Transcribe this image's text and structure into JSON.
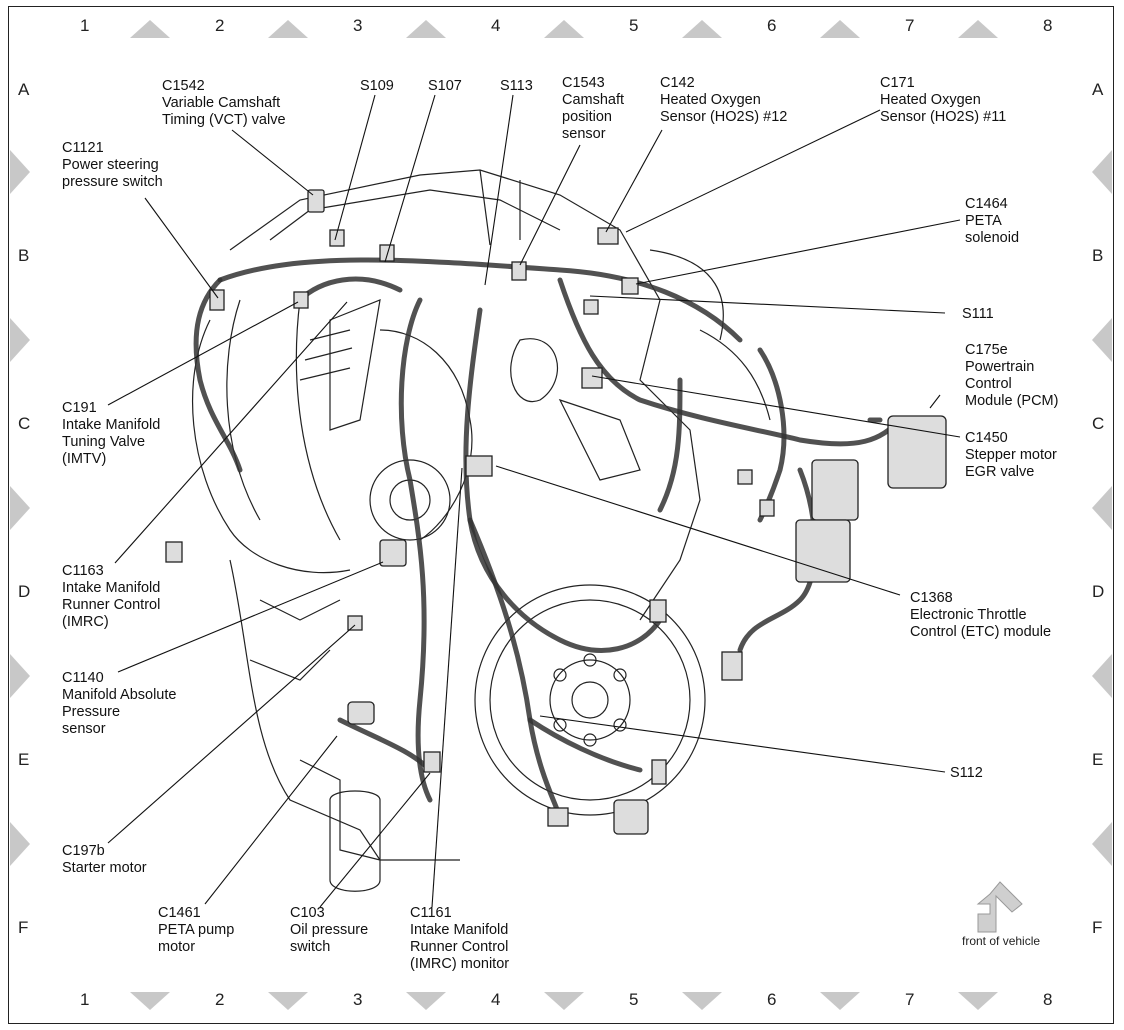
{
  "grid": {
    "cols": [
      "1",
      "2",
      "3",
      "4",
      "5",
      "6",
      "7",
      "8"
    ],
    "rows": [
      "A",
      "B",
      "C",
      "D",
      "E",
      "F"
    ]
  },
  "callouts": {
    "c1542": [
      "C1542",
      "Variable Camshaft",
      "Timing (VCT) valve"
    ],
    "s109": [
      "S109"
    ],
    "s107": [
      "S107"
    ],
    "s113": [
      "S113"
    ],
    "c1543": [
      "C1543",
      "Camshaft",
      "position",
      "sensor"
    ],
    "c142": [
      "C142",
      "Heated Oxygen",
      "Sensor (HO2S) #12"
    ],
    "c171": [
      "C171",
      "Heated Oxygen",
      "Sensor (HO2S) #11"
    ],
    "c1121": [
      "C1121",
      "Power steering",
      "pressure switch"
    ],
    "c1464": [
      "C1464",
      "PETA",
      "solenoid"
    ],
    "s111": [
      "S111"
    ],
    "c175e": [
      "C175e",
      "Powertrain",
      "Control",
      "Module (PCM)"
    ],
    "c191": [
      "C191",
      "Intake Manifold",
      "Tuning Valve",
      "(IMTV)"
    ],
    "c1450": [
      "C1450",
      "Stepper motor",
      "EGR valve"
    ],
    "c1163": [
      "C1163",
      "Intake Manifold",
      "Runner Control",
      "(IMRC)"
    ],
    "c1368": [
      "C1368",
      "Electronic Throttle",
      "Control (ETC) module"
    ],
    "c1140": [
      "C1140",
      "Manifold Absolute",
      "Pressure",
      "sensor"
    ],
    "s112": [
      "S112"
    ],
    "c197b": [
      "C197b",
      "Starter motor"
    ],
    "c1461": [
      "C1461",
      "PETA pump",
      "motor"
    ],
    "c103": [
      "C103",
      "Oil pressure",
      "switch"
    ],
    "c1161": [
      "C1161",
      "Intake Manifold",
      "Runner Control",
      "(IMRC) monitor"
    ]
  },
  "front_of_vehicle": "front of vehicle",
  "icons": {
    "arrow": "front-of-vehicle-arrow-icon",
    "engine": "engine-illustration"
  }
}
